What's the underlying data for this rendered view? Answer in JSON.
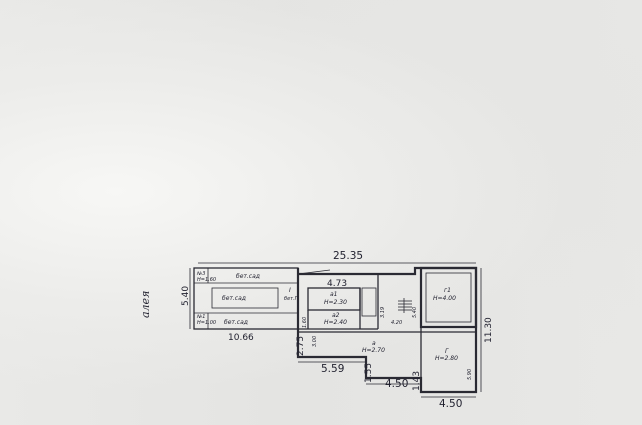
{
  "plan": {
    "street_label": "алея",
    "dims": {
      "total_length": "25.35",
      "left_height": "5.40",
      "mid_len": "10.66",
      "span_473": "4.73",
      "h_160": "1.60",
      "h_319": "3.19",
      "h_540": "5.40",
      "w_420": "4.20",
      "right_height": "11.30",
      "h_275": "2.75",
      "h_300": "3.00",
      "w_559": "5.59",
      "h_155": "1.55",
      "w_450a": "4.50",
      "h_143": "1.43",
      "h_590": "5.90",
      "w_450b": "4.50"
    },
    "labels": {
      "n3": "№3",
      "n3_h": "H=1.60",
      "bs_sad_top": "бет.сад",
      "bs_sad_mid": "бет.сад",
      "bs_sad_bot": "бет.сад",
      "n1": "№1",
      "n1_h": "H=1.00",
      "lit1": "І",
      "lit1_sub": "бет.П",
      "a1": "а1",
      "a1_h": "H=2.30",
      "a2": "а2",
      "a2_h": "H=2.40",
      "g1": "г1",
      "g1_h": "H=4.00",
      "a": "а",
      "a_h": "H=2.70",
      "g": "Г",
      "g_h": "H=2.80"
    }
  }
}
